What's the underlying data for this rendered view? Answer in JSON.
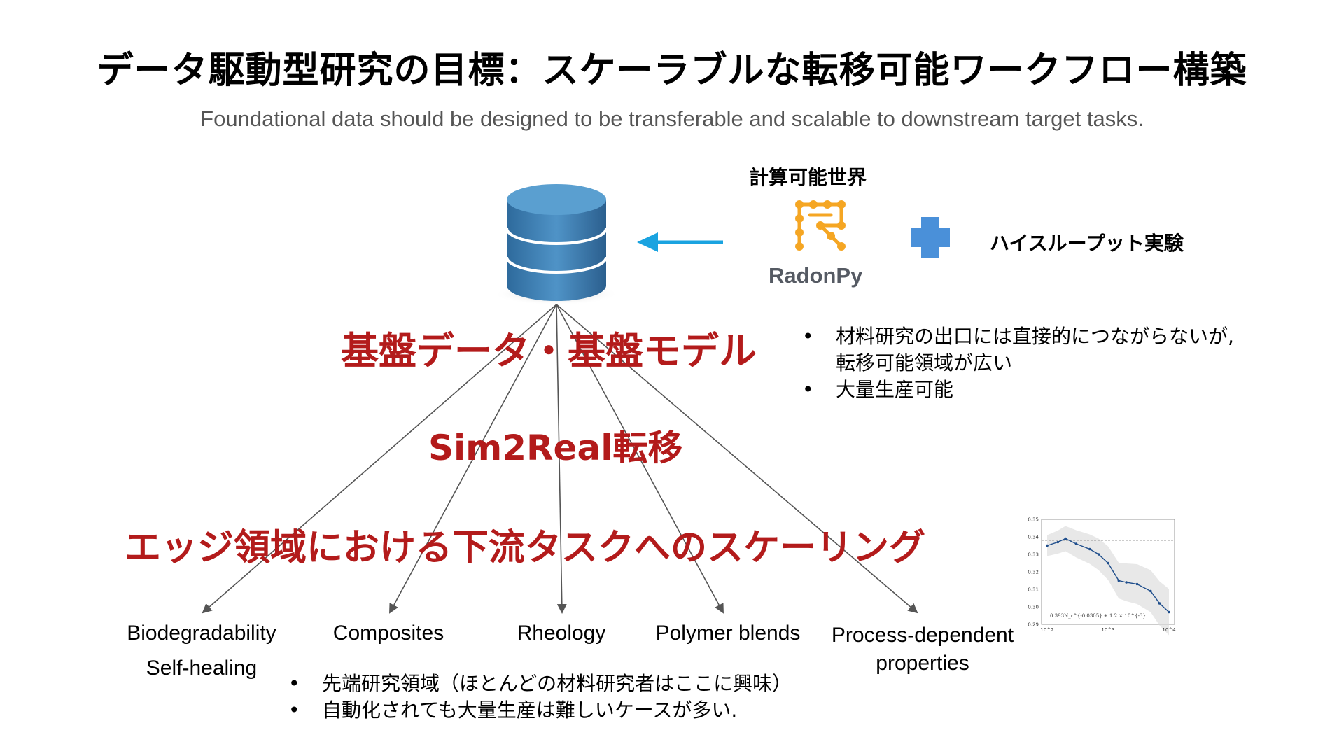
{
  "slide": {
    "title": "データ駆動型研究の目標：スケーラブルな転移可能ワークフロー構築",
    "subtitle": "Foundational data should be designed to be transferable and scalable to downstream target tasks."
  },
  "top_right": {
    "compute_world": "計算可能世界",
    "logo_text": "RadonPy",
    "high_throughput": "ハイスループット実験"
  },
  "headings": {
    "foundation": "基盤データ・基盤モデル",
    "sim2real": "Sim2Real転移",
    "scaling": "エッジ領域における下流タスクへのスケーリング"
  },
  "foundation_notes": [
    "材料研究の出口には直接的につながらないが,\n転移可能領域が広い",
    "大量生産可能"
  ],
  "edge_notes": [
    "先端研究領域（ほとんどの材料研究者はここに興味）",
    "自動化されても大量生産は難しいケースが多い."
  ],
  "tasks": {
    "biodegradability": "Biodegradability",
    "self_healing": "Self-healing",
    "composites": "Composites",
    "rheology": "Rheology",
    "polymer_blends": "Polymer blends",
    "process_dependent": "Process-dependent\nproperties"
  },
  "colors": {
    "accent_red": "#b31b1b",
    "arrow_blue": "#1aa3e0",
    "plus_blue": "#4a90d9",
    "database_blue": "#3f7fb3",
    "logo_orange": "#f5a623",
    "line_gray": "#555555"
  },
  "icons": {
    "database": "database-cylinder-icon",
    "arrow": "arrow-left-icon",
    "plus": "plus-icon",
    "logo": "radonpy-logo-icon"
  },
  "chart_data": {
    "type": "line",
    "x": [
      100,
      150,
      200,
      300,
      500,
      700,
      1000,
      1500,
      2000,
      3000,
      5000,
      7000,
      10000
    ],
    "series": [
      {
        "values": [
          0.335,
          0.337,
          0.339,
          0.336,
          0.333,
          0.33,
          0.325,
          0.315,
          0.314,
          0.313,
          0.309,
          0.302,
          0.297
        ]
      }
    ],
    "reference_line": 0.338,
    "annotation": "0.393N_r^{-0.0305} + 1.2 × 10^{-3}",
    "x_scale": "log",
    "xlim": [
      100,
      10000
    ],
    "ylim": [
      0.29,
      0.35
    ],
    "yticks": [
      "0.35",
      "0.34",
      "0.33",
      "0.32",
      "0.31",
      "0.30",
      "0.29"
    ],
    "xticks": [
      "10^2",
      "10^3",
      "10^4"
    ]
  }
}
